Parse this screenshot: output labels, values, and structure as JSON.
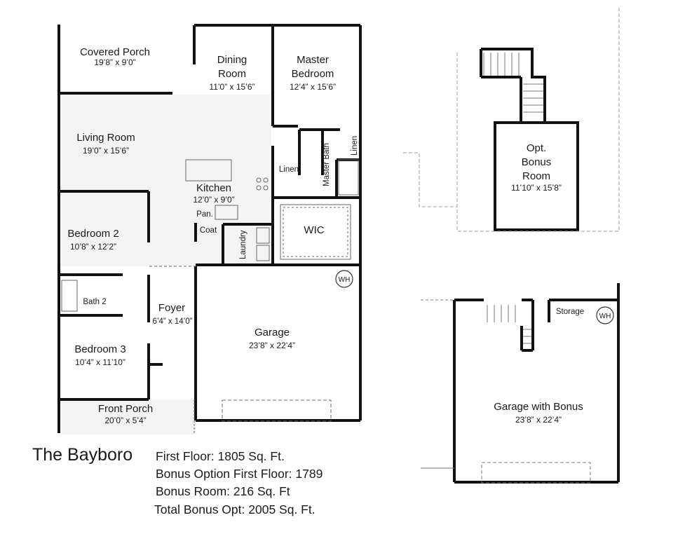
{
  "title": "The Bayboro",
  "stats": [
    "First Floor:  1805 Sq. Ft.",
    "Bonus Option First Floor: 1789",
    "Bonus Room: 216 Sq. Ft",
    "Total Bonus Opt: 2005 Sq. Ft."
  ],
  "rooms": {
    "covered_porch": {
      "name": "Covered Porch",
      "dim": "19’8” x 9’0”"
    },
    "dining_room": {
      "name_1": "Dining",
      "name_2": "Room",
      "dim": "11’0” x 15’6”"
    },
    "master_bedroom": {
      "name_1": "Master",
      "name_2": "Bedroom",
      "dim": "12’4” x 15’6”"
    },
    "living_room": {
      "name": "Living Room",
      "dim": "19’0” x 15’6”"
    },
    "kitchen": {
      "name": "Kitchen",
      "dim": "12’0” x 9’0”"
    },
    "pantry": {
      "name": "Pan."
    },
    "coat": {
      "name": "Coat"
    },
    "laundry": {
      "name": "Laundry"
    },
    "linen_1": {
      "name": "Linen"
    },
    "linen_2": {
      "name": "Linen"
    },
    "master_bath": {
      "name": "Master Bath"
    },
    "wic": {
      "name": "WIC"
    },
    "bedroom_2": {
      "name": "Bedroom 2",
      "dim": "10’8” x 12’2”"
    },
    "bath_2": {
      "name": "Bath 2"
    },
    "foyer": {
      "name": "Foyer",
      "dim": "6’4” x 14’0”"
    },
    "bedroom_3": {
      "name": "Bedroom 3",
      "dim": "10’4” x 11’10”"
    },
    "front_porch": {
      "name": "Front Porch",
      "dim": "20’0” x 5’4”"
    },
    "garage": {
      "name": "Garage",
      "dim": "23’8” x 22’4”"
    },
    "water_heater": {
      "name": "WH"
    }
  },
  "bonus": {
    "room": {
      "name_1": "Opt.",
      "name_2": "Bonus",
      "name_3": "Room",
      "dim": "11’10” x 15’8”"
    },
    "garage": {
      "name": "Garage with Bonus",
      "dim": "23’8” x 22’4”"
    },
    "storage": {
      "name": "Storage"
    },
    "water_heater": {
      "name": "WH"
    }
  }
}
